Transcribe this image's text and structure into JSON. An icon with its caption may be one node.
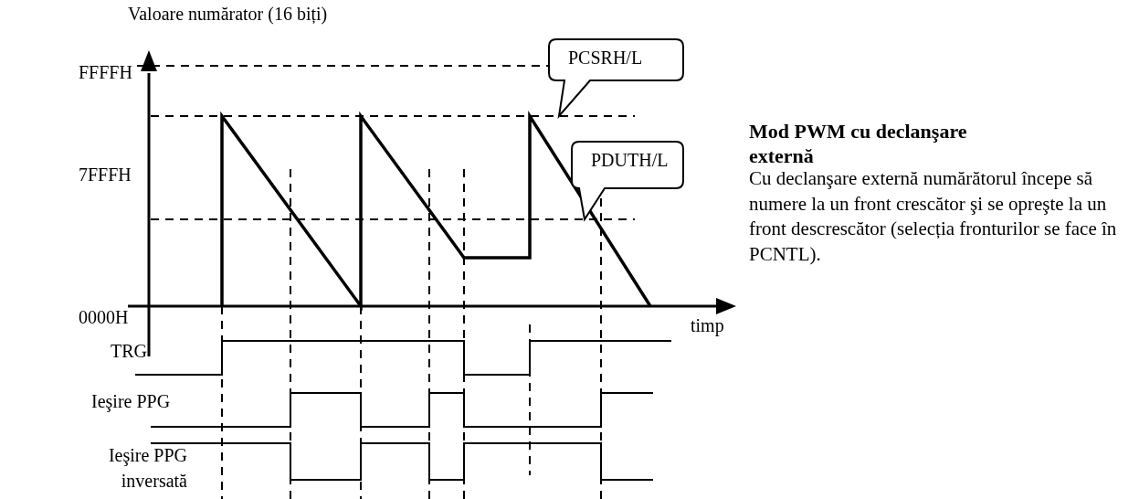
{
  "diagram": {
    "nodes": [
      {
        "text": [
          "PCSRH/L"
        ]
      },
      {
        "text": [
          "PDUTH/L"
        ]
      }
    ],
    "edges": [],
    "labels": [
      "Valoare numărator (16 biți)",
      "FFFFH",
      "7FFFH",
      "0000H",
      "timp",
      "TRG",
      "Ieşire PPG",
      "Ieşire PPG inversată",
      "Mod PWM cu declanşare externă",
      "Cu declanşare externă numărătorul începe să numere la un front crescător şi se opreşte la un front descrescător (selecția fronturilor se face în PCNTL)."
    ]
  }
}
